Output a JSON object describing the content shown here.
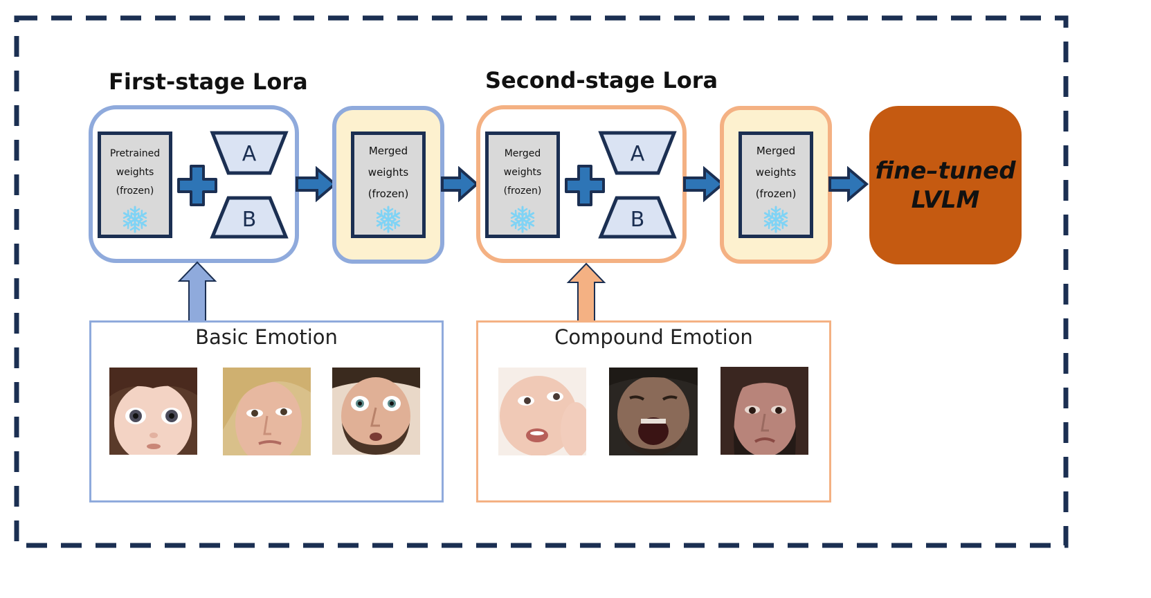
{
  "stages": {
    "first_title": "First-stage Lora",
    "second_title": "Second-stage Lora"
  },
  "first_stage": {
    "pretrained": [
      "Pretrained",
      "weights",
      "(frozen)"
    ],
    "adapter_a": "A",
    "adapter_b": "B",
    "merged": [
      "Merged",
      "weights",
      "(frozen)"
    ],
    "dataset_title": "Basic Emotion"
  },
  "second_stage": {
    "input": [
      "Merged",
      "weights",
      "(frozen)"
    ],
    "adapter_a": "A",
    "adapter_b": "B",
    "merged": [
      "Merged",
      "weights",
      "(frozen)"
    ],
    "dataset_title": "Compound Emotion"
  },
  "output": {
    "line1": "fine–tuned",
    "line2": "LVLM"
  },
  "icons": {
    "frozen": "snowflake-icon",
    "combine": "plus-icon",
    "flow": "right-arrow-icon",
    "feed": "up-arrow-icon"
  },
  "colors": {
    "navy": "#1b2f52",
    "arrow_fill": "#2e75b6",
    "stage1_border": "#8faadc",
    "stage2_border": "#f4b183",
    "merged_fill": "#fdf1cf",
    "weight_fill": "#d9d9d9",
    "lvlm_fill": "#c55a11",
    "snowflake": "#7fd3f5"
  }
}
